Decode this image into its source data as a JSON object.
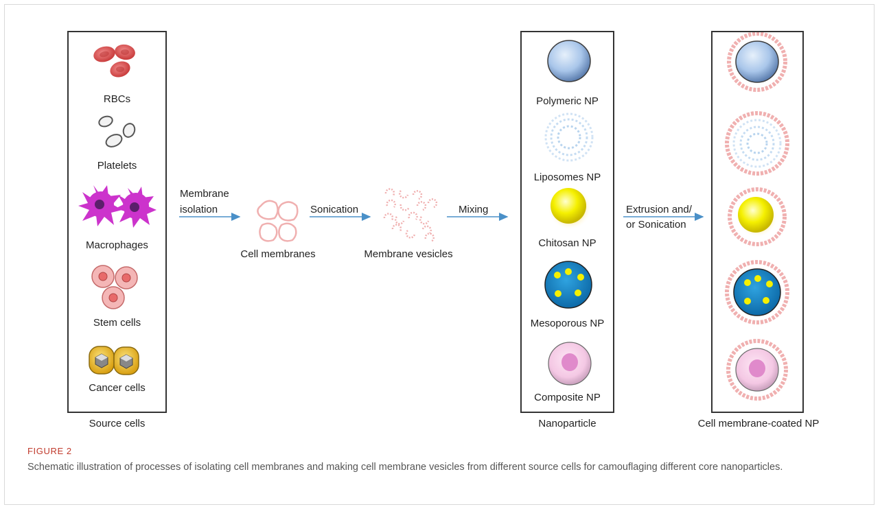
{
  "source_cells": {
    "items": [
      "RBCs",
      "Platelets",
      "Macrophages",
      "Stem cells",
      "Cancer cells"
    ],
    "footer": "Source cells"
  },
  "steps": {
    "membrane_isolation_1": "Membrane",
    "membrane_isolation_2": "isolation",
    "cell_membranes": "Cell membranes",
    "sonication": "Sonication",
    "membrane_vesicles": "Membrane vesicles",
    "mixing": "Mixing",
    "extrusion_1": "Extrusion and/",
    "extrusion_2": "or Sonication"
  },
  "nanoparticles": {
    "items": [
      "Polymeric NP",
      "Liposomes NP",
      "Chitosan NP",
      "Mesoporous NP",
      "Composite NP"
    ],
    "footer": "Nanoparticle"
  },
  "coated": {
    "footer": "Cell membrane-coated NP"
  },
  "caption": {
    "label": "FIGURE 2",
    "text": "Schematic illustration of processes of isolating cell membranes and making cell membrane vesicles from different source cells for camouflaging different core nanoparticles."
  },
  "colors": {
    "arrow": "#4a90c8",
    "rbc": "#e05555",
    "macrophage": "#cc33cc",
    "stem": "#f4b6b6",
    "cancer": "#e8b820",
    "polymeric": "#a9c6ea",
    "chitosan": "#f5f000",
    "mesoporous": "#1a86c8",
    "composite": "#f4c8e4",
    "membrane": "#f0b0b0"
  }
}
